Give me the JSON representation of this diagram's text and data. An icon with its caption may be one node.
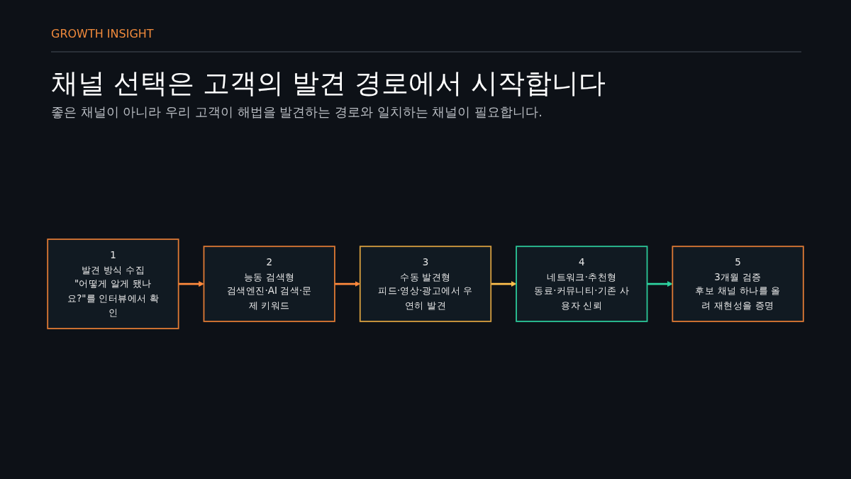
{
  "diagram": {
    "title": "채널 선택은 고객의 발견 경로에서 시작합니다",
    "nodes": [
      {
        "text": [
          "1",
          "발견 방식 수집",
          "\"어떻게 알게 됐나요?\"를 인터뷰에서 확인"
        ]
      },
      {
        "text": [
          "2",
          "능동 검색형",
          "검색엔진·AI 검색·문제 키워드"
        ]
      },
      {
        "text": [
          "3",
          "수동 발견형",
          "피드·영상·광고에서 우연히 발견"
        ]
      },
      {
        "text": [
          "4",
          "네트워크·추천형",
          "동료·커뮤니티·기존 사용자 신뢰"
        ]
      },
      {
        "text": [
          "5",
          "3개월 검증",
          "후보 채널 하나를 올려 재현성을 증명"
        ]
      }
    ],
    "edges": [
      {
        "from": 0,
        "to": 1,
        "arrow": "to"
      },
      {
        "from": 1,
        "to": 2,
        "arrow": "to"
      },
      {
        "from": 2,
        "to": 3,
        "arrow": "to",
        "color": "#ffc04d"
      },
      {
        "from": 3,
        "to": 4,
        "arrow": "to",
        "color": "#2ed3a0"
      }
    ],
    "labels": [
      "GROWTH INSIGHT",
      "좋은 채널이 아니라 우리 고객이 해법을 발견하는 경로와 일치하는 채널이 필요합니다."
    ]
  }
}
